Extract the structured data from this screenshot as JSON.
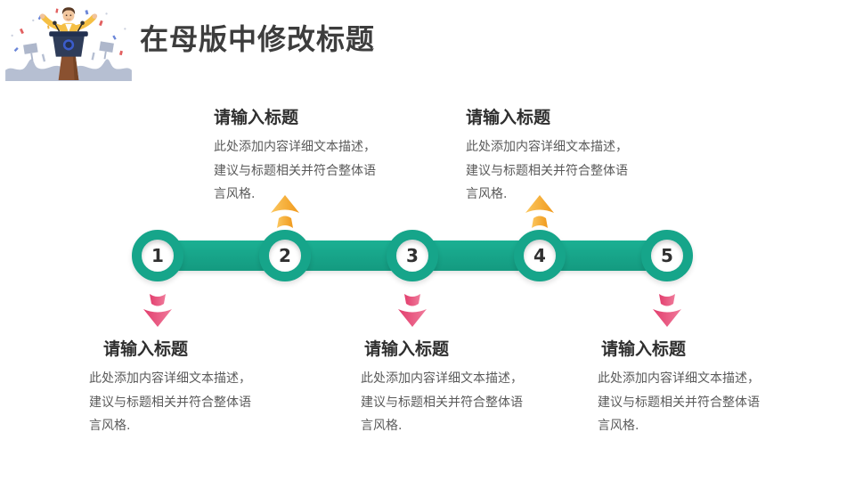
{
  "header": {
    "title": "在母版中修改标题"
  },
  "timeline": {
    "steps": [
      {
        "number": "1",
        "label_position": "below",
        "title": "请输入标题",
        "body": "此处添加内容详细文本描述，\n建议与标题相关并符合整体语\n言风格."
      },
      {
        "number": "2",
        "label_position": "above",
        "title": "请输入标题",
        "body": "此处添加内容详细文本描述，\n建议与标题相关并符合整体语\n言风格."
      },
      {
        "number": "3",
        "label_position": "below",
        "title": "请输入标题",
        "body": "此处添加内容详细文本描述，\n建议与标题相关并符合整体语\n言风格."
      },
      {
        "number": "4",
        "label_position": "above",
        "title": "请输入标题",
        "body": "此处添加内容详细文本描述，\n建议与标题相关并符合整体语\n言风格."
      },
      {
        "number": "5",
        "label_position": "below",
        "title": "请输入标题",
        "body": "此处添加内容详细文本描述，\n建议与标题相关并符合整体语\n言风格."
      }
    ]
  },
  "icons": {
    "up_arrow": "orange stylized arrow pointing up",
    "down_arrow": "pink stylized arrow pointing down",
    "illustration": "speaker at podium with confetti and crowd"
  },
  "colors": {
    "teal": "#16a58a",
    "orange_gradient": [
      "#fbc75f",
      "#f0991c"
    ],
    "pink_gradient": [
      "#f07b9b",
      "#e23d6d"
    ],
    "title_text": "#3d3d3d",
    "heading_text": "#2f2f2f",
    "body_text": "#5a5a5a"
  }
}
